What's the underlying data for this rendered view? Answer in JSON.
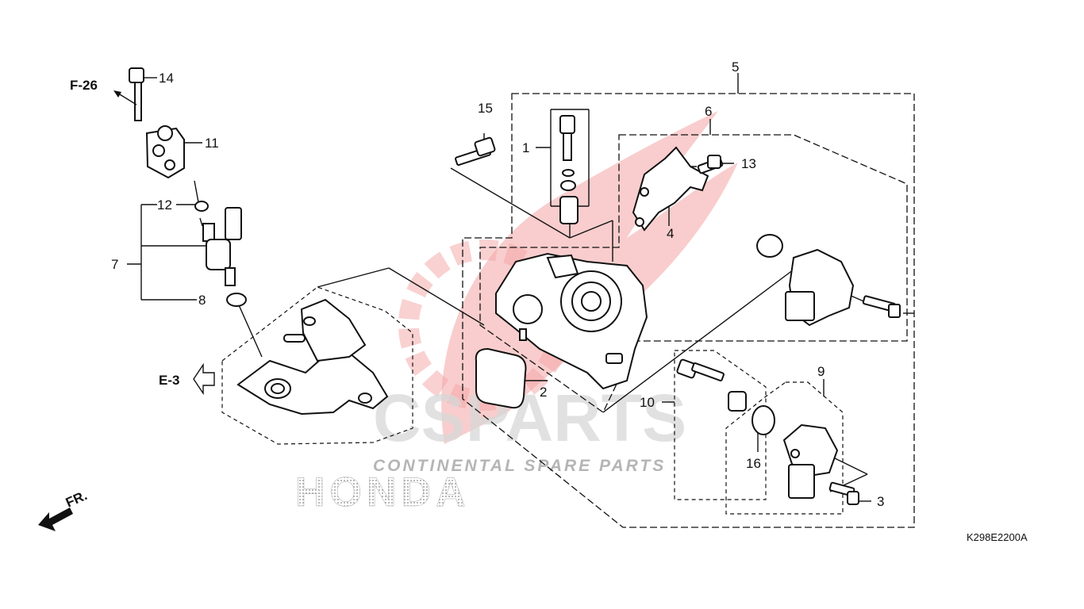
{
  "diagram_code": "K298E2200A",
  "refs": {
    "f26": "F-26",
    "e3": "E-3",
    "fr": "FR."
  },
  "watermark": {
    "word": "CSPARTS",
    "tagline": "CONTINENTAL SPARE PARTS",
    "brand": "HONDA"
  },
  "callouts": [
    "1",
    "2",
    "3",
    "4",
    "5",
    "6",
    "7",
    "8",
    "9",
    "10",
    "11",
    "12",
    "13",
    "14",
    "15",
    "16"
  ],
  "colors": {
    "watermark_red": "#e8393a",
    "watermark_gray": "#9a9a9a",
    "ink": "#111111"
  }
}
